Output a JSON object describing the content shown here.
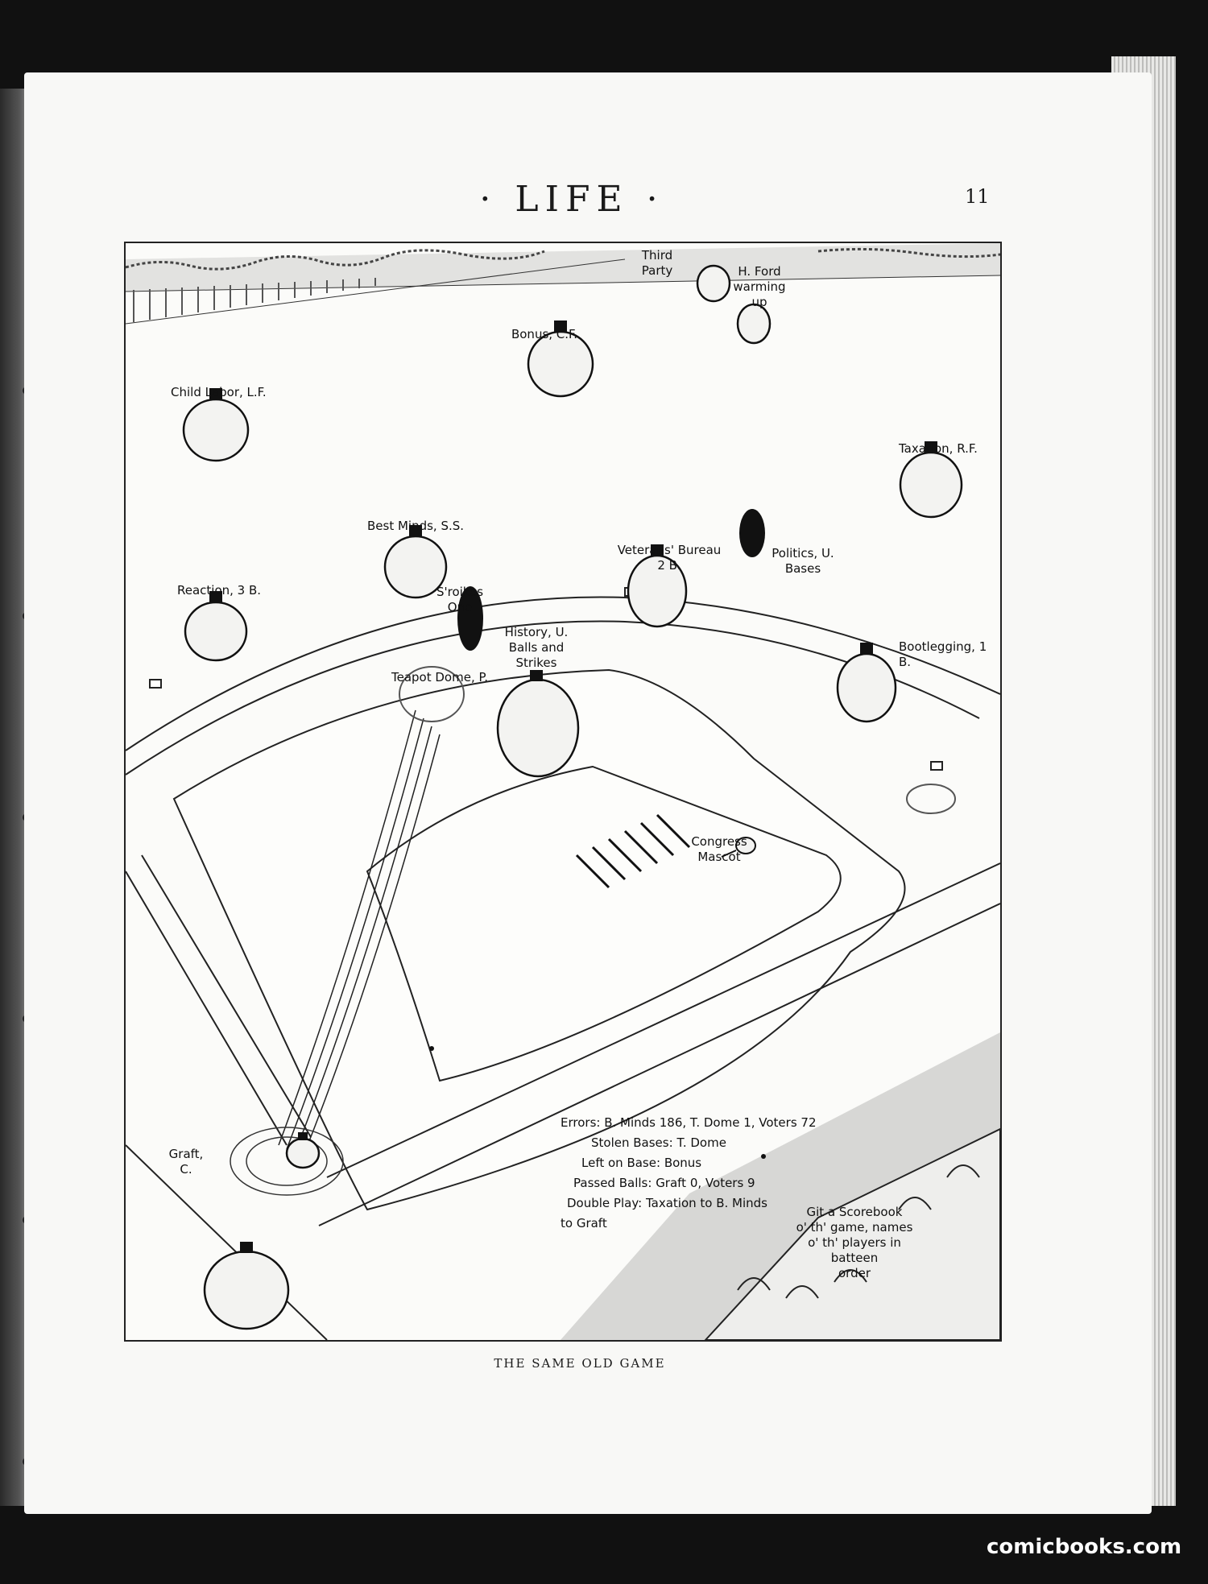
{
  "masthead": "· LIFE ·",
  "page_number": "11",
  "caption": "THE SAME OLD GAME",
  "watermark": "comicbooks.com",
  "labels": {
    "third_party": "Third\nParty",
    "h_ford": "H. Ford\nwarming\nup",
    "bonus": "Bonus, C.F.",
    "child_labor": "Child Labor, L.F.",
    "taxation": "Taxation, R.F.",
    "best_minds": "Best Minds, S.S.",
    "veterans_bureau": "Veterans' Bureau\n2 B.",
    "politics": "Politics, U.\nBases",
    "reaction": "Reaction, 3 B.",
    "sroikes": "S'roikes\nOne",
    "history": "History, U.\nBalls and\nStrikes",
    "bootlegging": "Bootlegging, 1 B.",
    "teapot_dome": "Teapot Dome, P.",
    "congress": "Congress\nMascot",
    "graft": "Graft,\nC.",
    "scorebook": "Git a Scorebook\no' th' game, names\no' th' players in\nbatteen\norder"
  },
  "stats": [
    {
      "label": "Errors:",
      "value": "B. Minds 186, T. Dome 1, Voters 72"
    },
    {
      "label": "Stolen Bases:",
      "value": "T. Dome"
    },
    {
      "label": "Left on Base:",
      "value": "Bonus"
    },
    {
      "label": "Passed Balls:",
      "value": "Graft 0, Voters 9"
    },
    {
      "label": "Double Play:",
      "value": "Taxation to B. Minds"
    },
    {
      "label": "",
      "value": "to Graft"
    }
  ]
}
